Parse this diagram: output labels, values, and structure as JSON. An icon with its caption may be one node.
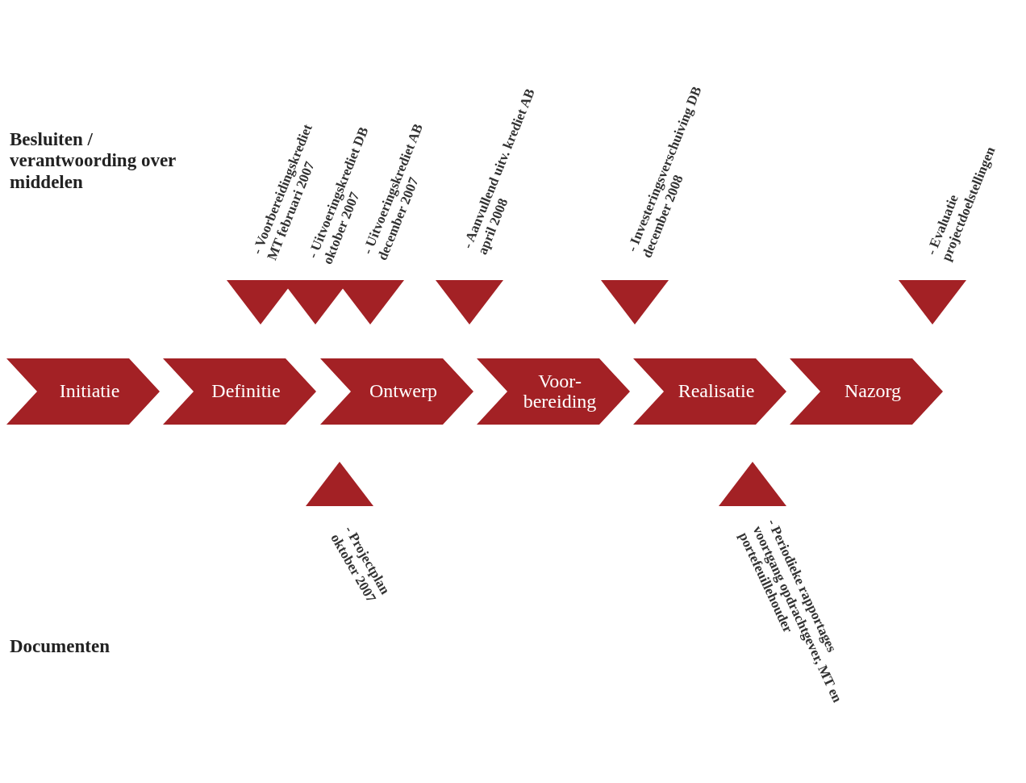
{
  "diagram": {
    "nodes": [
      {
        "text": [
          "Initiatie"
        ]
      },
      {
        "text": [
          "Definitie"
        ]
      },
      {
        "text": [
          "Ontwerp"
        ]
      },
      {
        "text": [
          "Voor- bereiding"
        ]
      },
      {
        "text": [
          "Realisatie"
        ]
      },
      {
        "text": [
          "Nazorg"
        ]
      },
      {
        "text": [],
        "shape": "triangle",
        "beside": [
          "- Voorbereidingskrediet MT februari 2007"
        ]
      },
      {
        "text": [],
        "shape": "triangle",
        "beside": [
          "- Uitvoeringskrediet DB oktober 2007"
        ]
      },
      {
        "text": [],
        "shape": "triangle",
        "beside": [
          "- Uitvoeringskrediet AB december 2007"
        ]
      },
      {
        "text": [],
        "shape": "triangle",
        "beside": [
          "- Aanvullend uitv. krediet AB april 2008"
        ]
      },
      {
        "text": [],
        "shape": "triangle",
        "beside": [
          "- Investeringsverschuiving DB december 2008"
        ]
      },
      {
        "text": [],
        "shape": "triangle",
        "beside": [
          "- Evaluatie projectdoelstellingen"
        ]
      },
      {
        "text": [],
        "shape": "triangle",
        "beside": [
          "- Projectplan oktober 2007"
        ]
      },
      {
        "text": [],
        "shape": "triangle",
        "beside": [
          "- Periodieke rapportages voortgang opdrachtgever, MT en portefeuillehouder"
        ]
      }
    ],
    "labels": [
      "Besluiten / verantwoording over middelen",
      "Documenten"
    ]
  }
}
